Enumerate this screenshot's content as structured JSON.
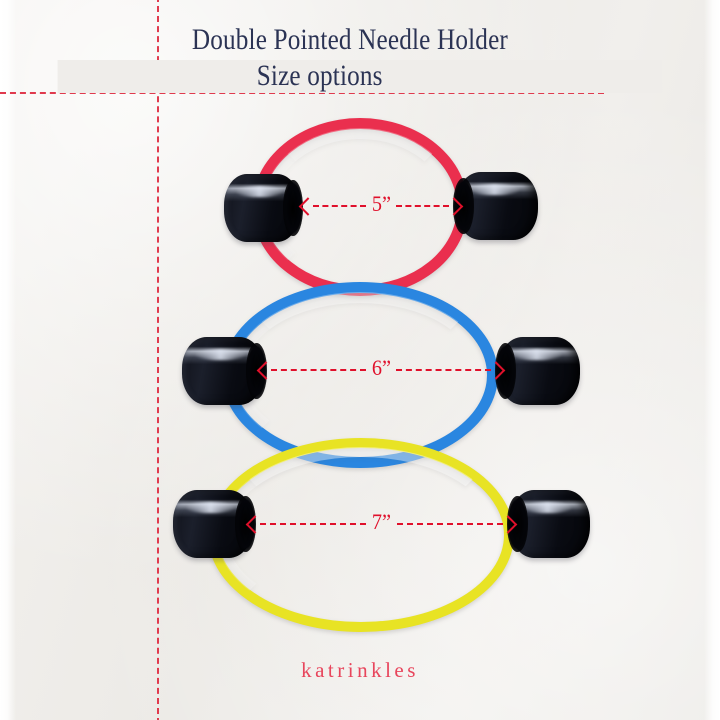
{
  "card": {
    "background_color": "#efedea",
    "guide_color": "#e03a4e"
  },
  "heading": {
    "line1": "Double Pointed Needle Holder",
    "line2": "Size options",
    "color": "#2b3354"
  },
  "products": [
    {
      "name": "5 inch needle holder",
      "size_label": "5”",
      "cord_color_name": "red",
      "cord_color": "#ea2f4e",
      "cap_color": "#10121a"
    },
    {
      "name": "6 inch needle holder",
      "size_label": "6”",
      "cord_color_name": "blue",
      "cord_color": "#2a86e0",
      "cap_color": "#10121a"
    },
    {
      "name": "7 inch needle holder",
      "size_label": "7”",
      "cord_color_name": "yellow",
      "cord_color": "#e8e324",
      "cap_color": "#10121a"
    }
  ],
  "brand": {
    "name": "katrinkles",
    "color": "#e8455c"
  }
}
